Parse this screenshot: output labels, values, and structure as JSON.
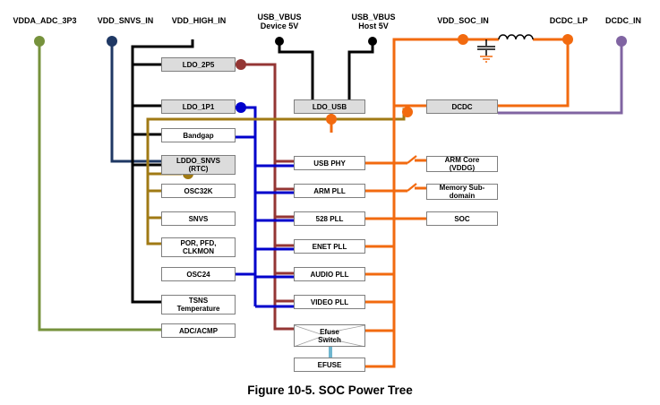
{
  "rails": [
    {
      "id": "vdda",
      "label": "VDDA_ADC_3P3"
    },
    {
      "id": "snvs_in",
      "label": "VDD_SNVS_IN"
    },
    {
      "id": "high_in",
      "label": "VDD_HIGH_IN"
    },
    {
      "id": "vbus_dev",
      "label": "USB_VBUS\nDevice 5V"
    },
    {
      "id": "vbus_host",
      "label": "USB_VBUS\nHost 5V"
    },
    {
      "id": "soc_in",
      "label": "VDD_SOC_IN"
    },
    {
      "id": "dcdc_lp",
      "label": "DCDC_LP"
    },
    {
      "id": "dcdc_in",
      "label": "DCDC_IN"
    }
  ],
  "blocks": {
    "ldo_2p5": "LDO_2P5",
    "ldo_1p1": "LDO_1P1",
    "ldo_usb": "LDO_USB",
    "dcdc": "DCDC",
    "bandgap": "Bandgap",
    "lddo_snvs": "LDDO_SNVS\n(RTC)",
    "osc32k": "OSC32K",
    "snvs": "SNVS",
    "por": "POR, PFD,\nCLKMON",
    "osc24": "OSC24",
    "tsns": "TSNS\nTemperature",
    "adc": "ADC/ACMP",
    "usb_phy": "USB PHY",
    "arm_pll": "ARM PLL",
    "pll528": "528 PLL",
    "enet_pll": "ENET PLL",
    "audio_pll": "AUDIO PLL",
    "video_pll": "VIDEO PLL",
    "efuse_switch": "Efuse\nSwitch",
    "efuse": "EFUSE",
    "arm_core": "ARM Core\n(VDDG)",
    "memory": "Memory Sub-\ndomain",
    "soc": "SOC"
  },
  "caption": "Figure 10-5. SOC Power Tree",
  "colors": {
    "black": "#000000",
    "olive": "#76923c",
    "navy": "#1f3864",
    "red": "#943634",
    "blue": "#0000cc",
    "gold": "#a07a14",
    "orange": "#f26a0f",
    "purple": "#8064a2",
    "lightblue": "#6fb6cf",
    "box_gray": "#dcdcdc"
  }
}
